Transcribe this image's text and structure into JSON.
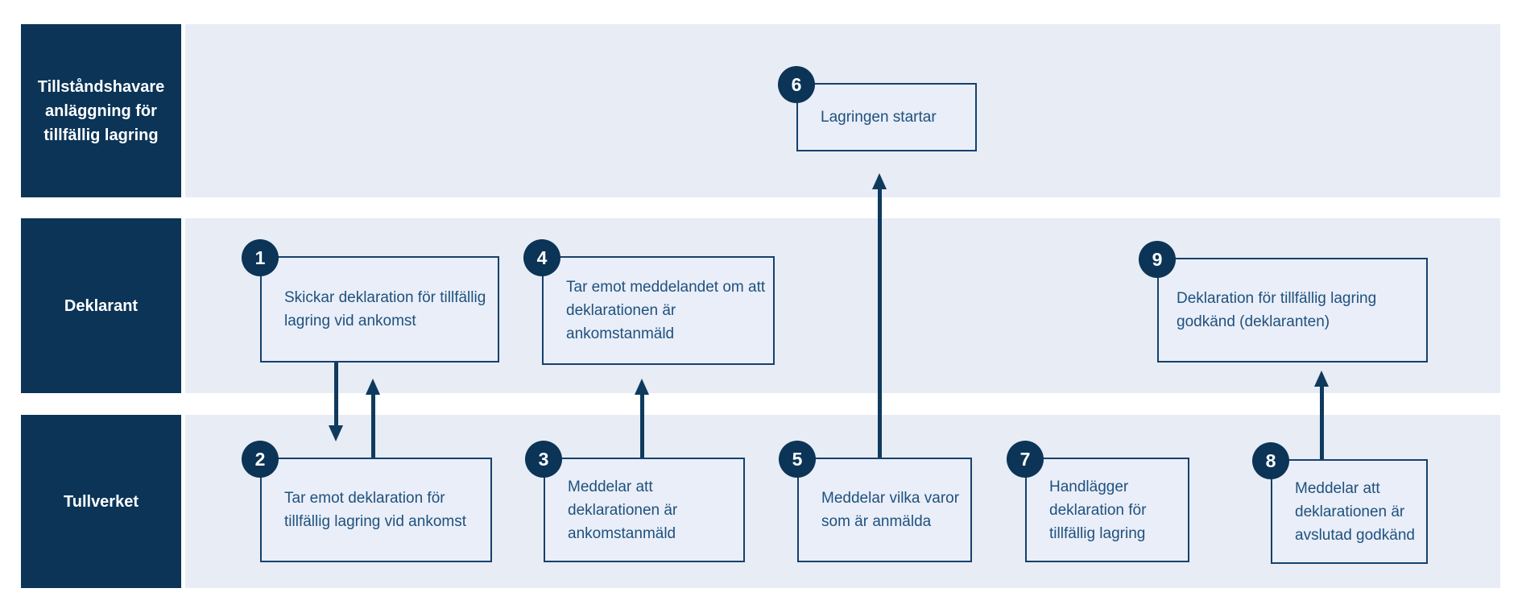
{
  "diagram": {
    "type": "swimlane-flowchart",
    "language": "sv",
    "colors": {
      "navy": "#0b3457",
      "box_border": "#17406b",
      "box_fill": "#e9eef8",
      "band_fill": "#e7ecf5",
      "box_text": "#1f517e",
      "label_text": "#ffffff",
      "page_background": "#ffffff"
    }
  },
  "lanes": [
    {
      "label": "Tillståndshavare\nanläggning för\ntillfällig lagring"
    },
    {
      "label": "Deklarant"
    },
    {
      "label": "Tullverket"
    }
  ],
  "boxes": [
    {
      "number": "1",
      "lane": "Deklarant",
      "text": "Skickar deklaration för tillfällig lagring vid ankomst"
    },
    {
      "number": "2",
      "lane": "Tullverket",
      "text": "Tar emot deklaration för tillfällig lagring vid ankomst"
    },
    {
      "number": "3",
      "lane": "Tullverket",
      "text": "Meddelar att deklarationen är ankomstanmäld"
    },
    {
      "number": "4",
      "lane": "Deklarant",
      "text": "Tar emot meddelandet om att deklarationen är ankomstanmäld"
    },
    {
      "number": "5",
      "lane": "Tullverket",
      "text": "Meddelar vilka varor som är anmälda"
    },
    {
      "number": "6",
      "lane": "Tillståndshavare anläggning för tillfällig lagring",
      "text": "Lagringen startar"
    },
    {
      "number": "7",
      "lane": "Tullverket",
      "text": "Handlägger deklaration för tillfällig lagring"
    },
    {
      "number": "8",
      "lane": "Tullverket",
      "text": "Meddelar att deklarationen är avslutad godkänd"
    },
    {
      "number": "9",
      "lane": "Deklarant",
      "text": "Deklaration för tillfällig lagring godkänd (deklaranten)"
    }
  ],
  "flows": [
    {
      "from": "1",
      "to": "2",
      "direction": "down"
    },
    {
      "from": "2",
      "to": "1",
      "direction": "up"
    },
    {
      "from": "3",
      "to": "4",
      "direction": "up"
    },
    {
      "from": "5",
      "to": "6",
      "direction": "up"
    },
    {
      "from": "8",
      "to": "9",
      "direction": "up"
    }
  ]
}
